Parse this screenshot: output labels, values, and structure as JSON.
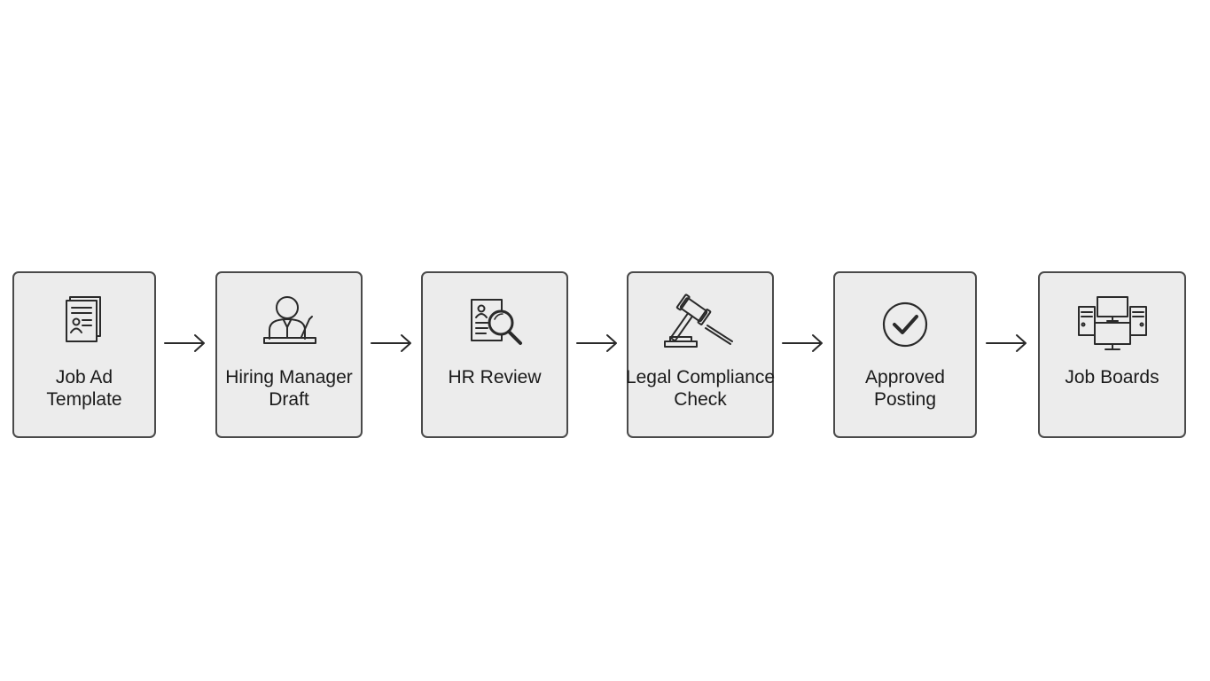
{
  "steps": [
    {
      "line1": "Job Ad",
      "line2": "Template",
      "icon": "document-icon"
    },
    {
      "line1": "Hiring Manager",
      "line2": "Draft",
      "icon": "manager-writing-icon"
    },
    {
      "line1": "HR Review",
      "line2": "",
      "icon": "document-search-icon"
    },
    {
      "line1": "Legal Compliance",
      "line2": "Check",
      "icon": "gavel-icon"
    },
    {
      "line1": "Approved",
      "line2": "Posting",
      "icon": "checkmark-circle-icon"
    },
    {
      "line1": "Job Boards",
      "line2": "",
      "icon": "computer-network-icon"
    }
  ],
  "colors": {
    "box_fill": "#ececec",
    "box_border": "#4a4a4a",
    "text": "#1a1a1a",
    "line": "#2a2a2a"
  }
}
